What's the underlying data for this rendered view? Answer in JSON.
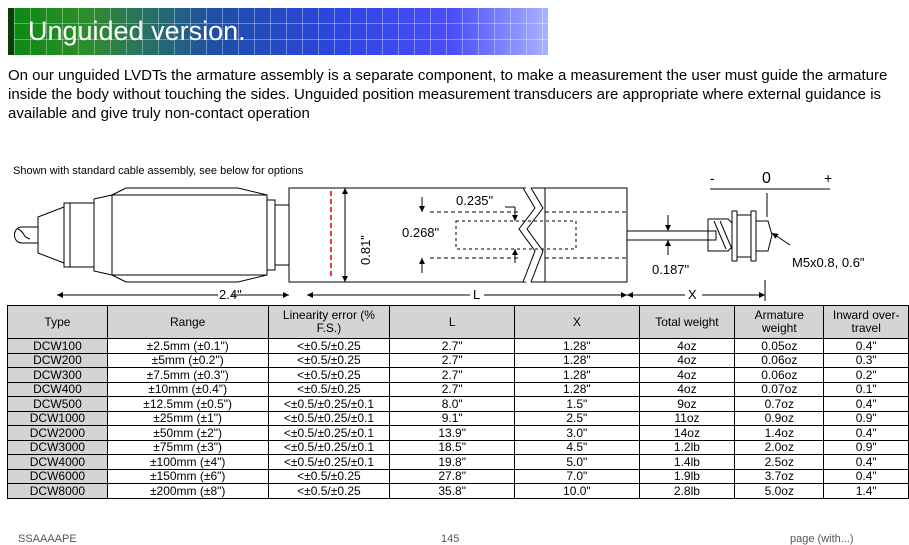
{
  "banner": {
    "title": "Unguided version."
  },
  "intro": "On our unguided LVDTs the armature assembly is a separate component, to make a measurement the user must guide the armature inside the body without touching the sides. Unguided position measurement transducers are appropriate where external guidance is available and give truly non-contact operation",
  "diagram": {
    "caption": "Shown with standard cable assembly, see below for options",
    "dims": {
      "d235": "0.235\"",
      "d268": "0.268\"",
      "d81": "0.81\"",
      "d187": "0.187\"",
      "thread": "M5x0.8, 0.6\"",
      "minus": "-",
      "zero": "0",
      "plus": "+",
      "len24": "2.4\"",
      "lenL": "L",
      "lenX": "X"
    }
  },
  "table": {
    "headers": [
      "Type",
      "Range",
      "Linearity error (% F.S.)",
      "L",
      "X",
      "Total weight",
      "Armature weight",
      "Inward over-travel"
    ],
    "rows": [
      [
        "DCW100",
        "±2.5mm (±0.1\")",
        "<±0.5/±0.25",
        "2.7\"",
        "1.28\"",
        "4oz",
        "0.05oz",
        "0.4\""
      ],
      [
        "DCW200",
        "±5mm (±0.2\")",
        "<±0.5/±0.25",
        "2.7\"",
        "1.28\"",
        "4oz",
        "0.06oz",
        "0.3\""
      ],
      [
        "DCW300",
        "±7.5mm (±0.3\")",
        "<±0.5/±0.25",
        "2.7\"",
        "1.28\"",
        "4oz",
        "0.06oz",
        "0.2\""
      ],
      [
        "DCW400",
        "±10mm (±0.4\")",
        "<±0.5/±0.25",
        "2.7\"",
        "1.28\"",
        "4oz",
        "0.07oz",
        "0.1\""
      ],
      [
        "DCW500",
        "±12.5mm (±0.5\")",
        "<±0.5/±0.25/±0.1",
        "8.0\"",
        "1.5\"",
        "9oz",
        "0.7oz",
        "0.4\""
      ],
      [
        "DCW1000",
        "±25mm (±1\")",
        "<±0.5/±0.25/±0.1",
        "9.1\"",
        "2.5\"",
        "11oz",
        "0.9oz",
        "0.9\""
      ],
      [
        "DCW2000",
        "±50mm (±2\")",
        "<±0.5/±0.25/±0.1",
        "13.9\"",
        "3.0\"",
        "14oz",
        "1.4oz",
        "0.4\""
      ],
      [
        "DCW3000",
        "±75mm (±3\")",
        "<±0.5/±0.25/±0.1",
        "18.5\"",
        "4.5\"",
        "1.2lb",
        "2.0oz",
        "0.9\""
      ],
      [
        "DCW4000",
        "±100mm (±4\")",
        "<±0.5/±0.25/±0.1",
        "19.8\"",
        "5.0\"",
        "1.4lb",
        "2.5oz",
        "0.4\""
      ],
      [
        "DCW6000",
        "±150mm (±6\")",
        "<±0.5/±0.25",
        "27.8\"",
        "7.0\"",
        "1.9lb",
        "3.7oz",
        "0.4\""
      ],
      [
        "DCW8000",
        "±200mm (±8\")",
        "<±0.5/±0.25",
        "35.8\"",
        "10.0\"",
        "2.8lb",
        "5.0oz",
        "1.4\""
      ]
    ]
  },
  "footer": {
    "left": "SSAAAAPE",
    "mid": "145",
    "right": "page (with...)"
  }
}
